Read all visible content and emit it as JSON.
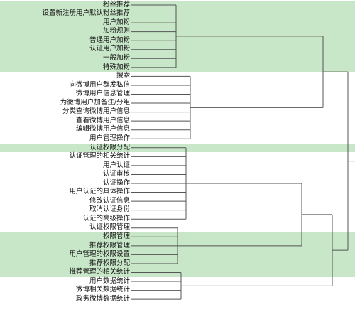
{
  "diagram": {
    "type": "dendrogram",
    "band_color": "#c8e6c8",
    "line_color": "#555555",
    "text_color": "#111111",
    "bands": [
      {
        "first": 0,
        "last": 7
      },
      {
        "first": 16,
        "last": 16
      },
      {
        "first": 26,
        "last": 30
      }
    ],
    "leaves": [
      "粉丝推荐",
      "设置新注册用户默认粉丝推荐",
      "用户加粉",
      "加粉规则",
      "普通用户加粉",
      "认证用户加粉",
      "一般加粉",
      "特殊加粉",
      "搜索",
      "向微博用户群发私信",
      "微博用户信息管理",
      "为微博用户加备注/分组",
      "分类查询微博用户信息",
      "查看微博用户信息",
      "编辑微博用户信息",
      "用户管理操作",
      "认证权限分配",
      "认证管理的相关统计",
      "用户认证",
      "认证审核",
      "认证操作",
      "用户认证的具体操作",
      "修改认证信息",
      "取消认证身份",
      "认证的高级操作",
      "认证权限管理",
      "权限管理",
      "推荐权限管理",
      "用户管理的权限设置",
      "推荐权限分配",
      "推荐管理的相关统计",
      "用户数据统计",
      "微博相关数据统计",
      "政务微博数据统计"
    ]
  }
}
